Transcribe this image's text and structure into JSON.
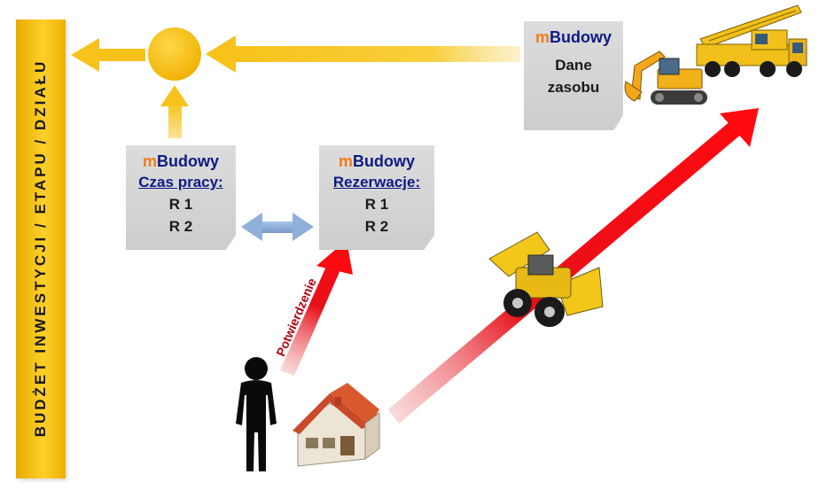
{
  "budget": {
    "label": "BUDŻET  INWESTYCJI / ETAPU / DZIAŁU"
  },
  "cards": {
    "czas": {
      "brand_prefix": "m",
      "brand_rest": "Budowy",
      "heading": "Czas pracy:",
      "line1": "R 1",
      "line2": "R 2"
    },
    "rez": {
      "brand_prefix": "m",
      "brand_rest": "Budowy",
      "heading": "Rezerwacje:",
      "line1": "R 1",
      "line2": "R 2"
    },
    "dane": {
      "brand_prefix": "m",
      "brand_rest": "Budowy",
      "line1": "Dane",
      "line2": "zasobu"
    }
  },
  "arrow_label": "Potwierdzenie",
  "icons": [
    "person-icon",
    "house-icon",
    "excavator-icon",
    "crane-truck-icon",
    "loader-icon"
  ],
  "colors": {
    "yellow": "#f7c21a",
    "red_arrow": "#e8101a",
    "blue_arrow": "#8fb0d8",
    "brand_blue": "#0d1a85",
    "brand_orange": "#f07c1a"
  }
}
